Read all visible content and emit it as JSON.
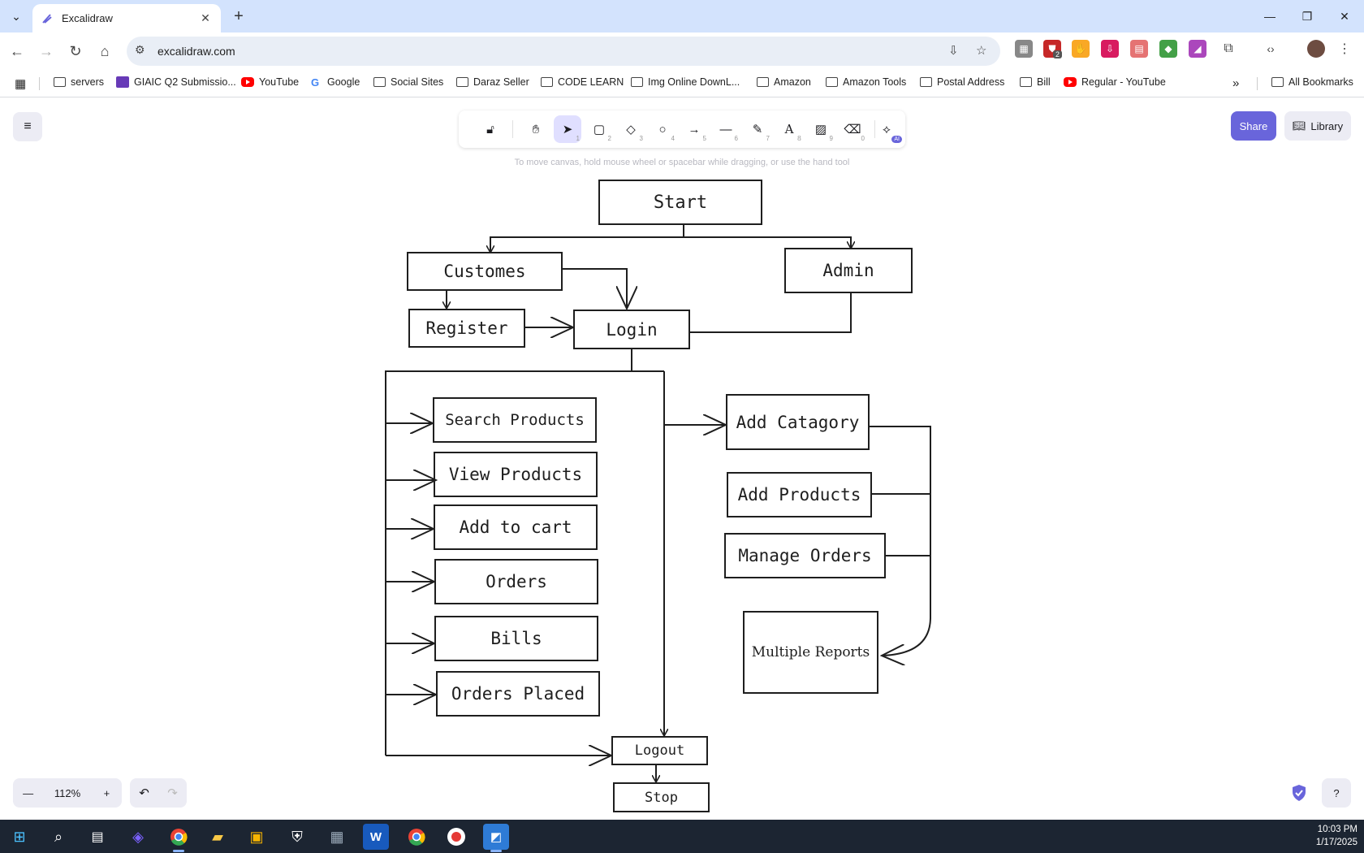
{
  "browser": {
    "tab_title": "Excalidraw",
    "url": "excalidraw.com",
    "extension_badge": "2"
  },
  "bookmarks": [
    {
      "label": "servers",
      "icon": "folder-icon"
    },
    {
      "label": "GIAIC Q2 Submissio...",
      "icon": "form-icon"
    },
    {
      "label": "YouTube",
      "icon": "youtube-icon"
    },
    {
      "label": "Google",
      "icon": "google-icon"
    },
    {
      "label": "Social Sites",
      "icon": "folder-icon"
    },
    {
      "label": "Daraz Seller",
      "icon": "folder-icon"
    },
    {
      "label": "CODE LEARN",
      "icon": "folder-icon"
    },
    {
      "label": "Img Online DownL...",
      "icon": "folder-icon"
    },
    {
      "label": "Amazon",
      "icon": "folder-icon"
    },
    {
      "label": "Amazon Tools",
      "icon": "folder-icon"
    },
    {
      "label": "Postal Address",
      "icon": "folder-icon"
    },
    {
      "label": "Bill",
      "icon": "folder-icon"
    },
    {
      "label": "Regular - YouTube",
      "icon": "youtube-icon"
    }
  ],
  "all_bookmarks": "All Bookmarks",
  "excalidraw": {
    "hint": "To move canvas, hold mouse wheel or spacebar while dragging, or use the hand tool",
    "share": "Share",
    "library": "Library",
    "zoom": "112%",
    "tools": [
      {
        "name": "lock",
        "num": ""
      },
      {
        "name": "hand",
        "num": ""
      },
      {
        "name": "selection",
        "num": "1"
      },
      {
        "name": "rectangle",
        "num": "2"
      },
      {
        "name": "diamond",
        "num": "3"
      },
      {
        "name": "ellipse",
        "num": "4"
      },
      {
        "name": "arrow",
        "num": "5"
      },
      {
        "name": "line",
        "num": "6"
      },
      {
        "name": "draw",
        "num": "7"
      },
      {
        "name": "text",
        "num": "8"
      },
      {
        "name": "image",
        "num": "9"
      },
      {
        "name": "eraser",
        "num": "0"
      }
    ],
    "ai_badge": "AI"
  },
  "diagram": {
    "start": "Start",
    "customers": "Customes",
    "admin": "Admin",
    "register": "Register",
    "login": "Login",
    "search_products": "Search Products",
    "view_products": "View Products",
    "add_to_cart": "Add to cart",
    "orders": "Orders",
    "bills": "Bills",
    "orders_placed": "Orders Placed",
    "add_category": "Add Catagory",
    "add_products": "Add Products",
    "manage_orders": "Manage Orders",
    "multiple_reports": "Multiple Reports",
    "logout": "Logout",
    "stop": "Stop"
  },
  "taskbar": {
    "time": "10:03 PM",
    "date": "1/17/2025"
  }
}
